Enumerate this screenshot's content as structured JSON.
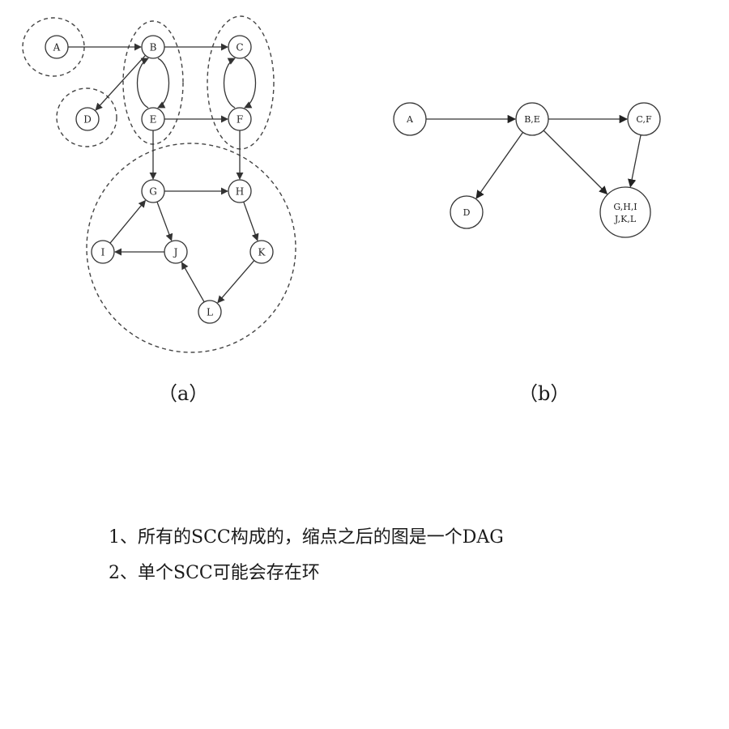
{
  "diagram_a": {
    "caption": "（a）",
    "nodes": [
      {
        "id": "A",
        "label": "A"
      },
      {
        "id": "B",
        "label": "B"
      },
      {
        "id": "C",
        "label": "C"
      },
      {
        "id": "D",
        "label": "D"
      },
      {
        "id": "E",
        "label": "E"
      },
      {
        "id": "F",
        "label": "F"
      },
      {
        "id": "G",
        "label": "G"
      },
      {
        "id": "H",
        "label": "H"
      },
      {
        "id": "I",
        "label": "I"
      },
      {
        "id": "J",
        "label": "J"
      },
      {
        "id": "K",
        "label": "K"
      },
      {
        "id": "L",
        "label": "L"
      }
    ],
    "edges": [
      [
        "A",
        "B"
      ],
      [
        "B",
        "C"
      ],
      [
        "B",
        "D"
      ],
      [
        "B",
        "E"
      ],
      [
        "E",
        "B"
      ],
      [
        "C",
        "F"
      ],
      [
        "F",
        "C"
      ],
      [
        "E",
        "F"
      ],
      [
        "E",
        "G"
      ],
      [
        "F",
        "H"
      ],
      [
        "G",
        "H"
      ],
      [
        "G",
        "J"
      ],
      [
        "J",
        "I"
      ],
      [
        "I",
        "G"
      ],
      [
        "H",
        "K"
      ],
      [
        "K",
        "L"
      ],
      [
        "L",
        "J"
      ]
    ],
    "components": [
      [
        "A"
      ],
      [
        "D"
      ],
      [
        "B",
        "E"
      ],
      [
        "C",
        "F"
      ],
      [
        "G",
        "H",
        "I",
        "J",
        "K",
        "L"
      ]
    ]
  },
  "diagram_b": {
    "caption": "（b）",
    "nodes": [
      {
        "id": "A",
        "label": "A"
      },
      {
        "id": "BE",
        "label": "B,E"
      },
      {
        "id": "CF",
        "label": "C,F"
      },
      {
        "id": "D",
        "label": "D"
      },
      {
        "id": "GHIJKL",
        "label_line1": "G,H,I",
        "label_line2": "J,K,L"
      }
    ],
    "edges": [
      [
        "A",
        "BE"
      ],
      [
        "BE",
        "CF"
      ],
      [
        "BE",
        "D"
      ],
      [
        "BE",
        "GHIJKL"
      ],
      [
        "CF",
        "GHIJKL"
      ]
    ]
  },
  "notes": [
    "1、所有的SCC构成的，缩点之后的图是一个DAG",
    "2、单个SCC可能会存在环"
  ],
  "colors": {
    "stroke": "#333333",
    "text": "#222222"
  }
}
